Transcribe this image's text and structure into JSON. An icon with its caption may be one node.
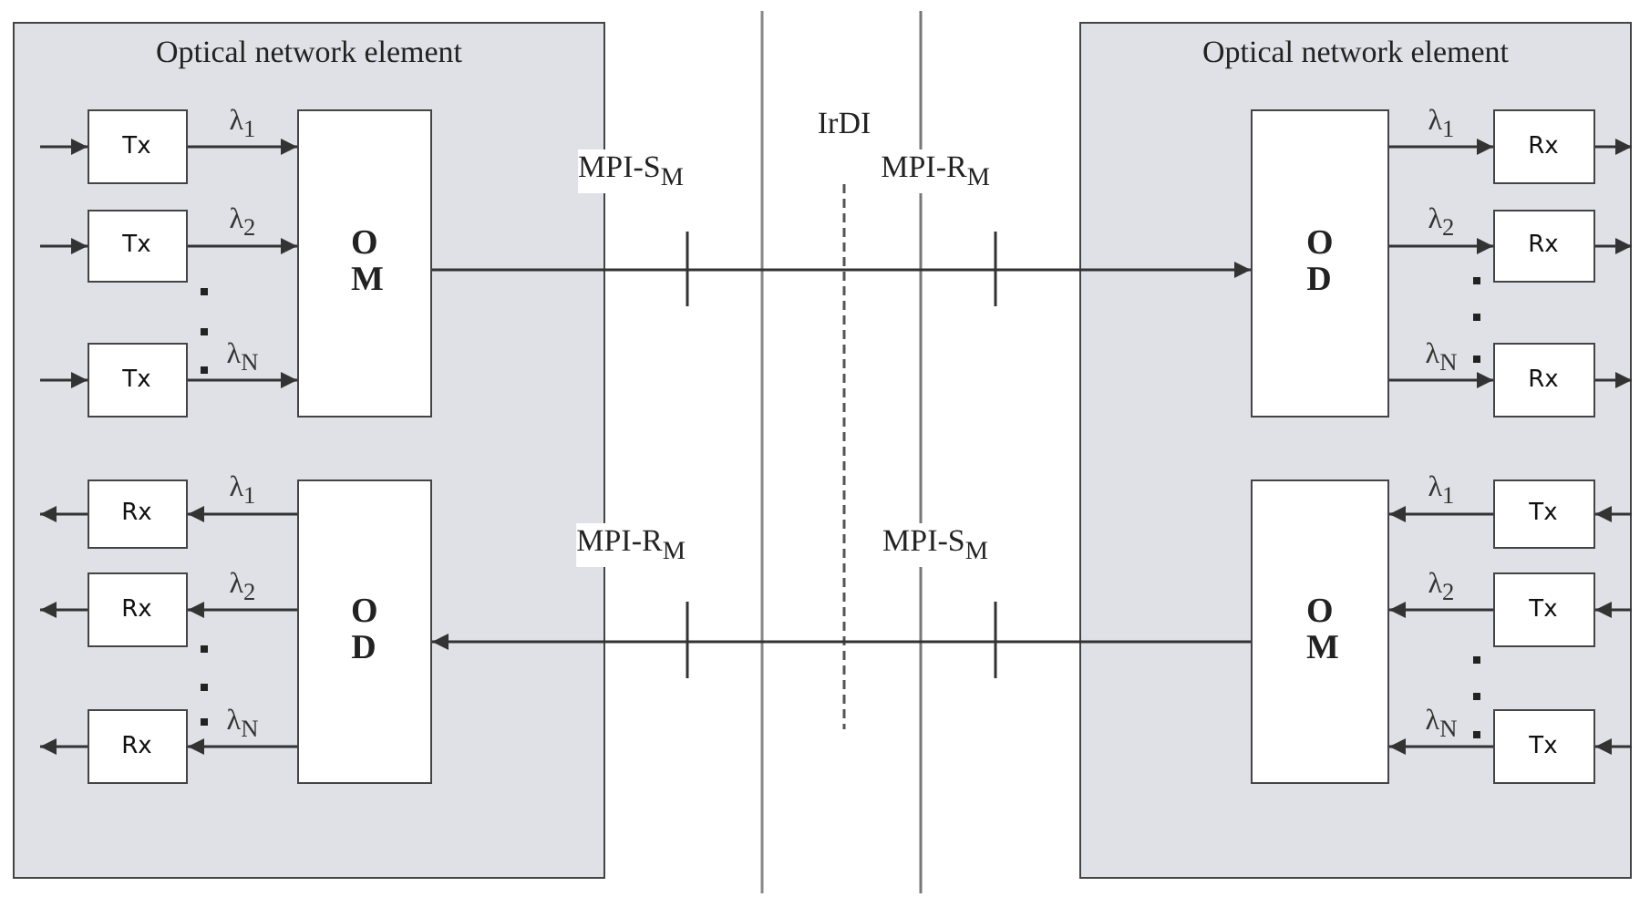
{
  "diagram": {
    "nodes": [
      {
        "text": [
          "Optical network element"
        ]
      },
      {
        "text": [
          "Tx"
        ],
        "in": 0
      },
      {
        "text": [
          "Tx"
        ],
        "in": 0
      },
      {
        "text": [
          "Tx"
        ],
        "in": 0
      },
      {
        "text": [
          "O M"
        ],
        "in": 0
      },
      {
        "text": [
          "Rx"
        ],
        "in": 0
      },
      {
        "text": [
          "Rx"
        ],
        "in": 0
      },
      {
        "text": [
          "Rx"
        ],
        "in": 0
      },
      {
        "text": [
          "O D"
        ],
        "in": 0
      },
      {
        "text": [
          "Optical network element"
        ]
      },
      {
        "text": [
          "O D"
        ],
        "in": 9
      },
      {
        "text": [
          "Rx"
        ],
        "in": 9
      },
      {
        "text": [
          "Rx"
        ],
        "in": 9
      },
      {
        "text": [
          "Rx"
        ],
        "in": 9
      },
      {
        "text": [
          "O M"
        ],
        "in": 9
      },
      {
        "text": [
          "Tx"
        ],
        "in": 9
      },
      {
        "text": [
          "Tx"
        ],
        "in": 9
      },
      {
        "text": [
          "Tx"
        ],
        "in": 9
      }
    ],
    "edges": [
      {
        "from": null,
        "to": 1,
        "arrow": "to"
      },
      {
        "from": null,
        "to": 2,
        "arrow": "to"
      },
      {
        "from": null,
        "to": 3,
        "arrow": "to"
      },
      {
        "from": 1,
        "to": 4,
        "arrow": "to",
        "label": "λ$_{1}$"
      },
      {
        "from": 2,
        "to": 4,
        "arrow": "to",
        "label": "λ$_{2}$"
      },
      {
        "from": 3,
        "to": 4,
        "arrow": "to",
        "label": "λ$_{N}$"
      },
      {
        "from": 4,
        "to": 10,
        "arrow": "to"
      },
      {
        "from": 10,
        "to": 11,
        "arrow": "to",
        "label": "λ$_{1}$"
      },
      {
        "from": 10,
        "to": 12,
        "arrow": "to",
        "label": "λ$_{2}$"
      },
      {
        "from": 10,
        "to": 13,
        "arrow": "to",
        "label": "λ$_{N}$"
      },
      {
        "from": 11,
        "to": null,
        "arrow": "to"
      },
      {
        "from": 12,
        "to": null,
        "arrow": "to"
      },
      {
        "from": 13,
        "to": null,
        "arrow": "to"
      },
      {
        "from": null,
        "to": 15,
        "arrow": "to"
      },
      {
        "from": null,
        "to": 16,
        "arrow": "to"
      },
      {
        "from": null,
        "to": 17,
        "arrow": "to"
      },
      {
        "from": 15,
        "to": 14,
        "arrow": "to",
        "label": "λ$_{1}$"
      },
      {
        "from": 16,
        "to": 14,
        "arrow": "to",
        "label": "λ$_{2}$"
      },
      {
        "from": 17,
        "to": 14,
        "arrow": "to",
        "label": "λ$_{N}$"
      },
      {
        "from": 14,
        "to": 8,
        "arrow": "to"
      },
      {
        "from": 8,
        "to": 5,
        "arrow": "to",
        "label": "λ$_{1}$"
      },
      {
        "from": 8,
        "to": 6,
        "arrow": "to",
        "label": "λ$_{2}$"
      },
      {
        "from": 8,
        "to": 7,
        "arrow": "to",
        "label": "λ$_{N}$"
      },
      {
        "from": 5,
        "to": null,
        "arrow": "to"
      },
      {
        "from": 6,
        "to": null,
        "arrow": "to"
      },
      {
        "from": 7,
        "to": null,
        "arrow": "to"
      }
    ],
    "labels": [
      "MPI-S$_{M}$",
      "IrDI",
      "MPI-R$_{M}$",
      "MPI-R$_{M}$",
      "MPI-S$_{M}$"
    ]
  }
}
